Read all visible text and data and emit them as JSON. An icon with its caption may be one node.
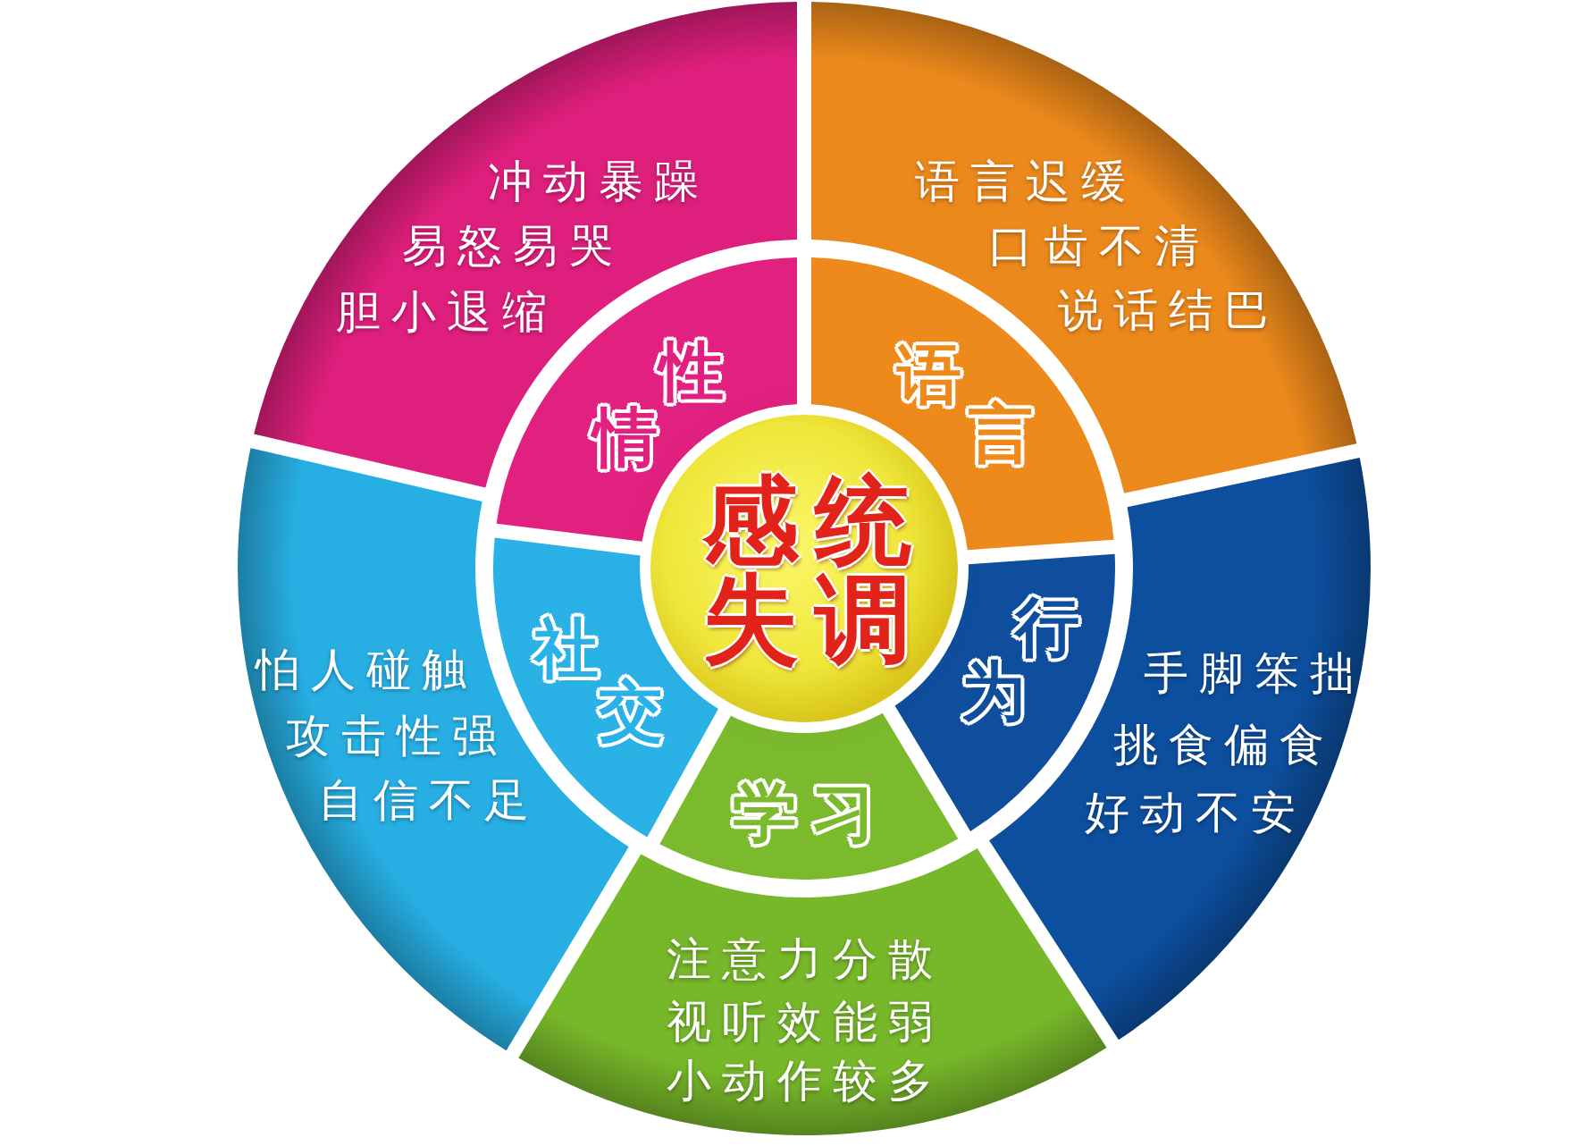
{
  "diagram": {
    "nodes": [
      {
        "text": [
          "感统失调"
        ]
      },
      {
        "text": [
          "性情"
        ]
      },
      {
        "text": [
          "冲动暴躁",
          "易怒易哭",
          "胆小退缩"
        ]
      },
      {
        "text": [
          "语言"
        ]
      },
      {
        "text": [
          "语言迟缓",
          "口齿不清",
          "说话结巴"
        ]
      },
      {
        "text": [
          "行为"
        ]
      },
      {
        "text": [
          "手脚笨拙",
          "挑食偏食",
          "好动不安"
        ]
      },
      {
        "text": [
          "学习"
        ]
      },
      {
        "text": [
          "注意力分散",
          "视听效能弱",
          "小动作较多"
        ]
      },
      {
        "text": [
          "社交"
        ]
      },
      {
        "text": [
          "怕人碰触",
          "攻击性强",
          "自信不足"
        ]
      }
    ]
  }
}
